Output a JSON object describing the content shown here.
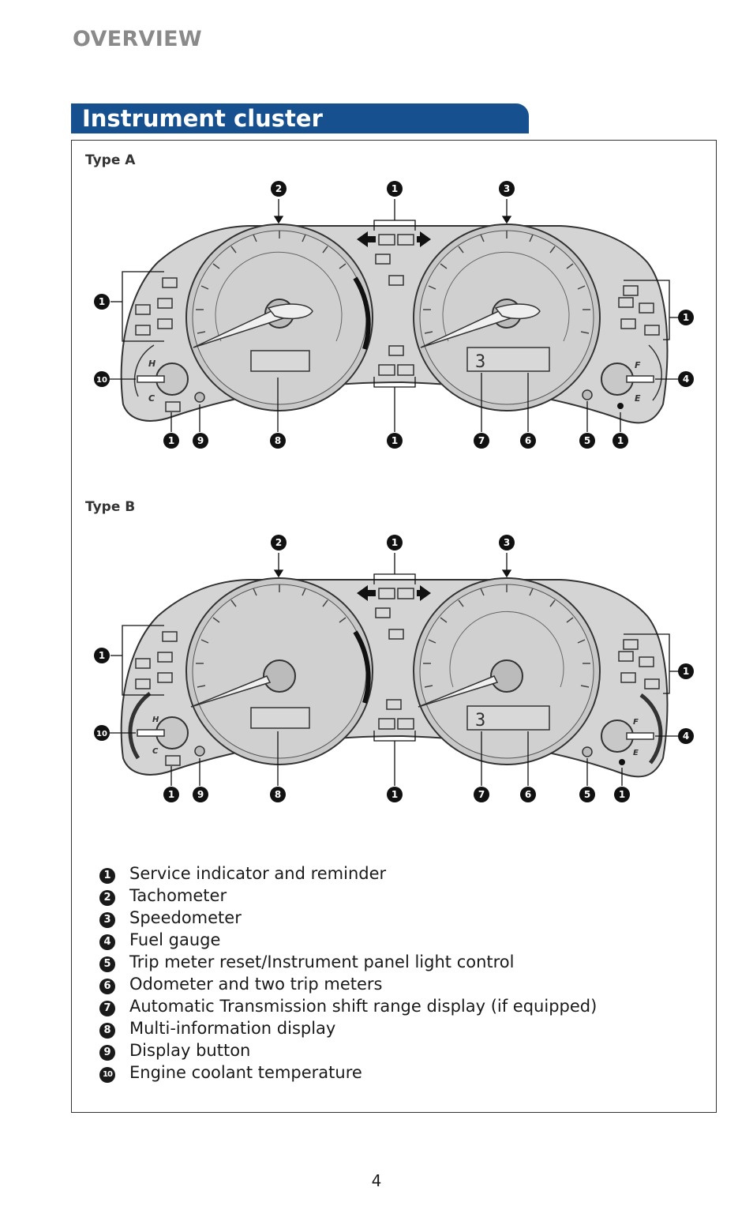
{
  "header": {
    "section": "OVERVIEW",
    "title": "Instrument cluster"
  },
  "types": [
    {
      "label": "Type A",
      "callouts": {
        "tach": "2",
        "top": "1",
        "speed": "3",
        "left": "1",
        "right": "1",
        "coolant": "10",
        "fuel": "4",
        "bottom": [
          "1",
          "9",
          "8",
          "1",
          "7",
          "6",
          "5",
          "1"
        ]
      },
      "gauge_letters": {
        "hot": "H",
        "cold": "C",
        "full": "F",
        "empty": "E"
      },
      "shift_display": "3"
    },
    {
      "label": "Type B",
      "callouts": {
        "tach": "2",
        "top": "1",
        "speed": "3",
        "left": "1",
        "right": "1",
        "coolant": "10",
        "fuel": "4",
        "bottom": [
          "1",
          "9",
          "8",
          "1",
          "7",
          "6",
          "5",
          "1"
        ]
      },
      "gauge_letters": {
        "hot": "H",
        "cold": "C",
        "full": "F",
        "empty": "E"
      },
      "shift_display": "3"
    }
  ],
  "legend": [
    {
      "num": "1",
      "text": "Service indicator and reminder"
    },
    {
      "num": "2",
      "text": "Tachometer"
    },
    {
      "num": "3",
      "text": "Speedometer"
    },
    {
      "num": "4",
      "text": "Fuel gauge"
    },
    {
      "num": "5",
      "text": "Trip meter reset/Instrument panel light control"
    },
    {
      "num": "6",
      "text": "Odometer and two trip meters"
    },
    {
      "num": "7",
      "text": "Automatic Transmission shift range display (if equipped)"
    },
    {
      "num": "8",
      "text": "Multi-information display"
    },
    {
      "num": "9",
      "text": "Display button"
    },
    {
      "num": "10",
      "text": "Engine coolant temperature"
    }
  ],
  "page_number": "4",
  "colors": {
    "title_bar": "#17508f",
    "cluster_fill": "#d4d4d4",
    "gauge_fill": "#c8c8c8",
    "section_label": "#8a8a8a"
  }
}
